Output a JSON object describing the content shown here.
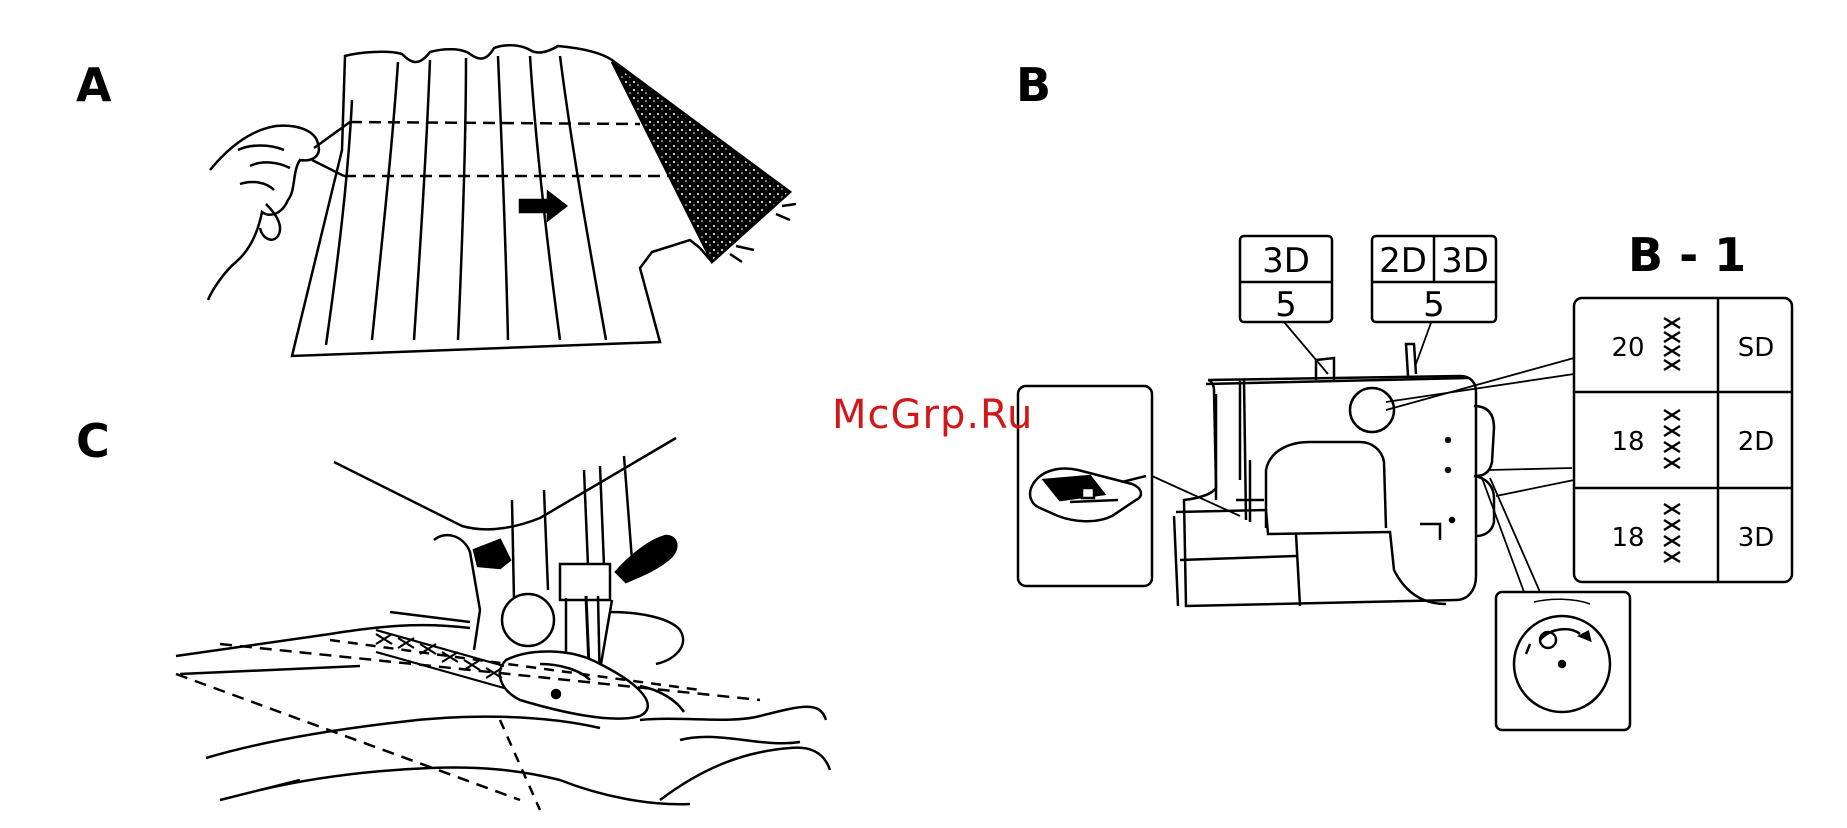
{
  "panels": {
    "a_label": "A",
    "b_label": "B",
    "c_label": "C",
    "b1_label": "B - 1"
  },
  "dial_boxes": {
    "left": {
      "top": "3D",
      "bottom": "5"
    },
    "right": {
      "top_left": "2D",
      "top_right": "3D",
      "bottom": "5"
    }
  },
  "stitch_table": {
    "rows": [
      {
        "number": "20",
        "setting": "SD"
      },
      {
        "number": "18",
        "setting": "2D"
      },
      {
        "number": "18",
        "setting": "3D"
      }
    ]
  },
  "watermark": "McGrp.Ru",
  "icons": [
    "presser-foot-icon",
    "stitch-dial-icon",
    "smocking-stitch-icon"
  ]
}
